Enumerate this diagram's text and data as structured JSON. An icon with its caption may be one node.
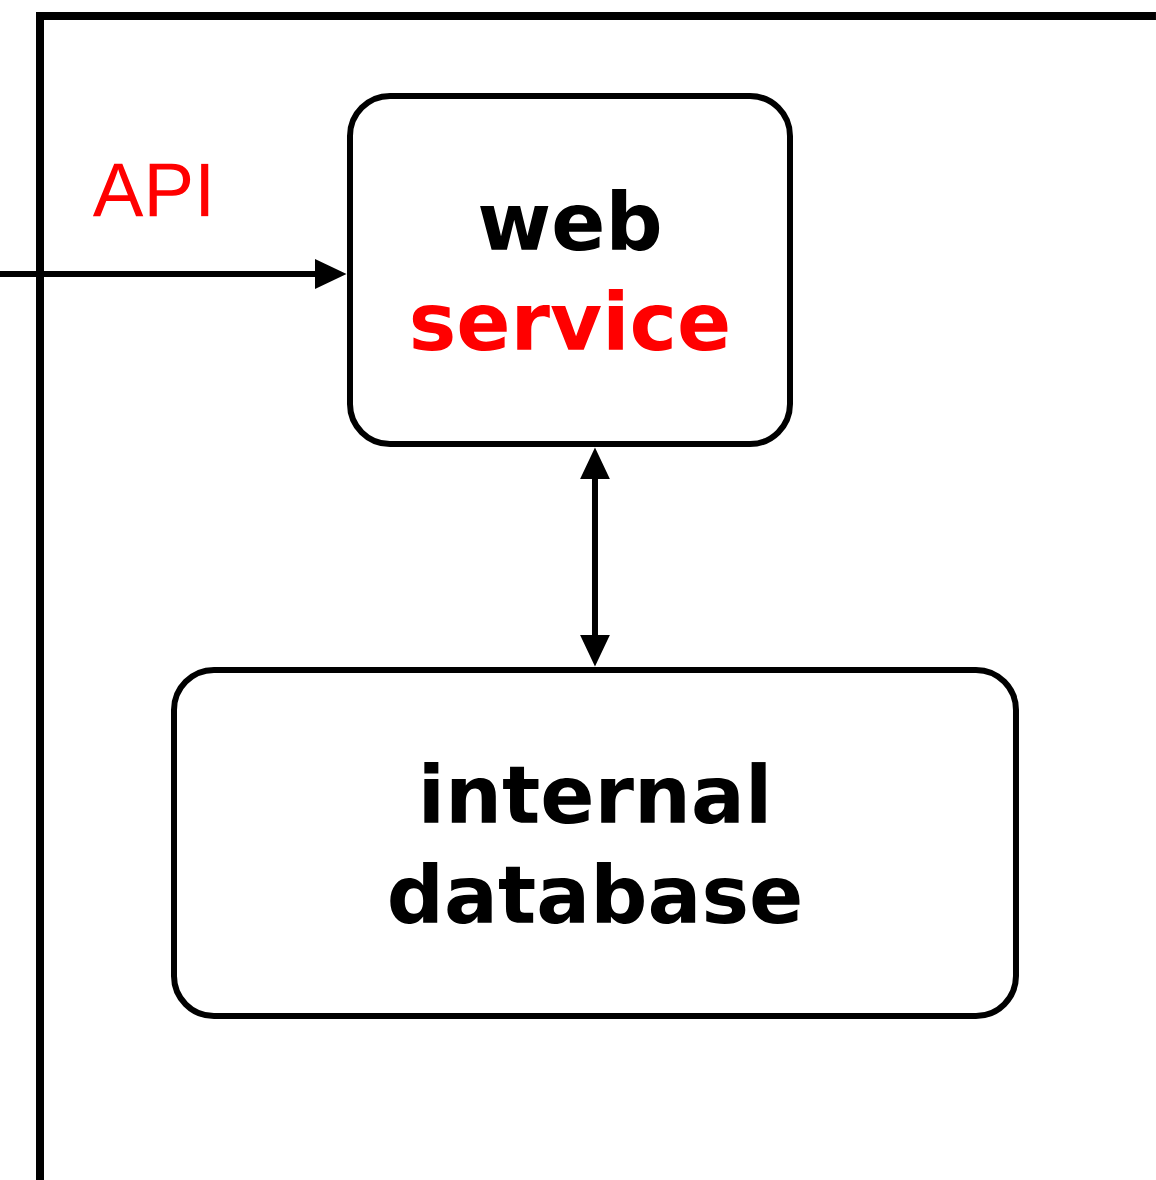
{
  "diagram": {
    "nodes": [
      {
        "text": [],
        "shape": "box"
      },
      {
        "text": [
          "web",
          "service"
        ],
        "in": 0
      },
      {
        "text": [
          "internal database"
        ],
        "in": 0
      }
    ],
    "edges": [
      {
        "from": null,
        "to": 1,
        "arrow": "to",
        "label": "API"
      },
      {
        "from": 1,
        "to": 2,
        "arrow": "both"
      }
    ]
  }
}
